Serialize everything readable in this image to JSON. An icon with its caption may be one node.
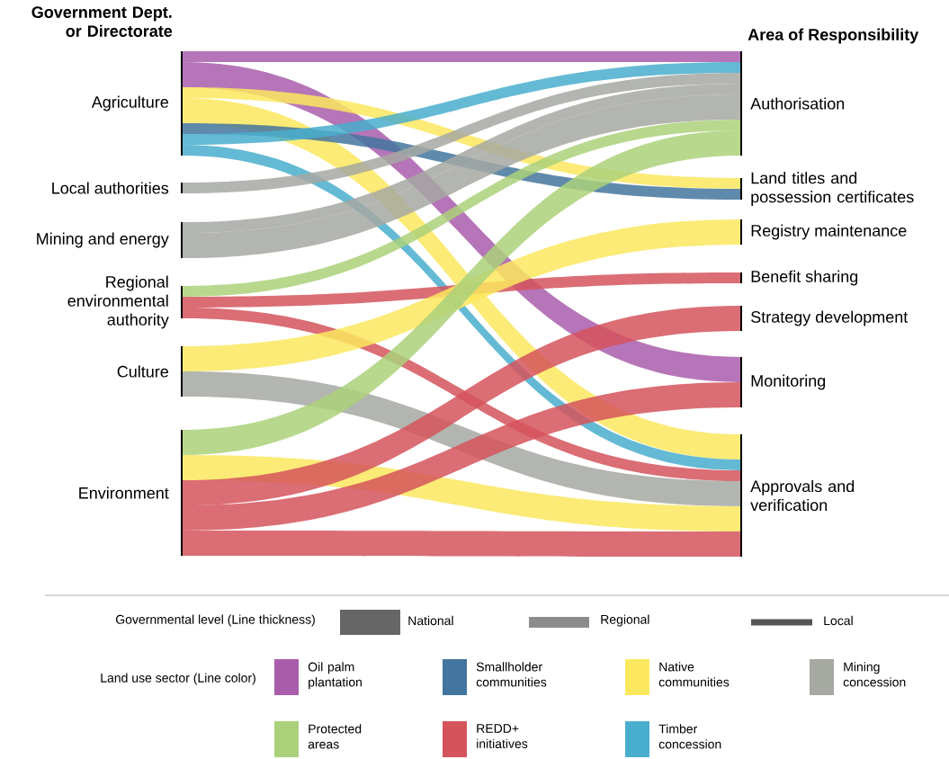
{
  "diagram": {
    "nodes": [
      {
        "text": [
          "Agriculture"
        ]
      },
      {
        "text": [
          "Local authorities"
        ]
      },
      {
        "text": [
          "Mining and energy"
        ]
      },
      {
        "text": [
          "Regional environmental authority"
        ]
      },
      {
        "text": [
          "Culture"
        ]
      },
      {
        "text": [
          "Environment"
        ]
      },
      {
        "text": [
          "Authorisation"
        ]
      },
      {
        "text": [
          "Land titles and possession certificates"
        ]
      },
      {
        "text": [
          "Registry maintenance"
        ]
      },
      {
        "text": [
          "Benefit sharing"
        ]
      },
      {
        "text": [
          "Strategy development"
        ]
      },
      {
        "text": [
          "Monitoring"
        ]
      },
      {
        "text": [
          "Approvals and verification"
        ]
      }
    ],
    "edges": [
      {
        "from": 0,
        "to": 6,
        "arrow": "none",
        "color": "#a95dab"
      },
      {
        "from": 0,
        "to": 11,
        "arrow": "none",
        "style": "thick",
        "color": "#a95dab"
      },
      {
        "from": 0,
        "to": 7,
        "arrow": "none",
        "color": "#fce85e"
      },
      {
        "from": 0,
        "to": 12,
        "arrow": "none",
        "style": "thick",
        "color": "#fce85e"
      },
      {
        "from": 0,
        "to": 7,
        "arrow": "none",
        "color": "#44759e"
      },
      {
        "from": 0,
        "to": 6,
        "arrow": "none",
        "color": "#49aecd"
      },
      {
        "from": 0,
        "to": 12,
        "arrow": "none",
        "color": "#49aecd"
      },
      {
        "from": 1,
        "to": 6,
        "arrow": "none",
        "color": "#a6a8a2"
      },
      {
        "from": 2,
        "to": 6,
        "arrow": "none",
        "color": "#a6a8a2"
      },
      {
        "from": 2,
        "to": 6,
        "arrow": "none",
        "style": "thick",
        "color": "#a6a8a2"
      },
      {
        "from": 3,
        "to": 6,
        "arrow": "none",
        "color": "#abd17a"
      },
      {
        "from": 3,
        "to": 9,
        "arrow": "none",
        "color": "#d5545c"
      },
      {
        "from": 3,
        "to": 12,
        "arrow": "none",
        "color": "#d5545c"
      },
      {
        "from": 4,
        "to": 8,
        "arrow": "none",
        "style": "thick",
        "color": "#fce85e"
      },
      {
        "from": 4,
        "to": 12,
        "arrow": "none",
        "style": "thick",
        "color": "#a6a8a2"
      },
      {
        "from": 5,
        "to": 6,
        "arrow": "none",
        "style": "thick",
        "color": "#abd17a"
      },
      {
        "from": 5,
        "to": 12,
        "arrow": "none",
        "style": "thick",
        "color": "#fce85e"
      },
      {
        "from": 5,
        "to": 10,
        "arrow": "none",
        "style": "thick",
        "color": "#d5545c"
      },
      {
        "from": 5,
        "to": 11,
        "arrow": "none",
        "style": "thick",
        "color": "#d5545c"
      },
      {
        "from": 5,
        "to": 12,
        "arrow": "none",
        "style": "thick",
        "color": "#d5545c"
      }
    ],
    "labels": [
      "Government Dept. or Directorate",
      "Area of Responsibility",
      "Governmental level (Line thickness)",
      "Land use sector (Line color)"
    ],
    "legend": [
      {
        "text": "National"
      },
      {
        "text": "Regional"
      },
      {
        "text": "Local"
      },
      {
        "text": "Oil palm plantation",
        "color": "#a95dab"
      },
      {
        "text": "Smallholder communities",
        "color": "#44759e"
      },
      {
        "text": "Native communities",
        "color": "#fce85e"
      },
      {
        "text": "Mining concession",
        "color": "#a6a8a2"
      },
      {
        "text": "Protected areas",
        "color": "#abd17a"
      },
      {
        "text": "REDD+ initiatives",
        "color": "#d5545c"
      },
      {
        "text": "Timber concession",
        "color": "#49aecd"
      }
    ]
  }
}
